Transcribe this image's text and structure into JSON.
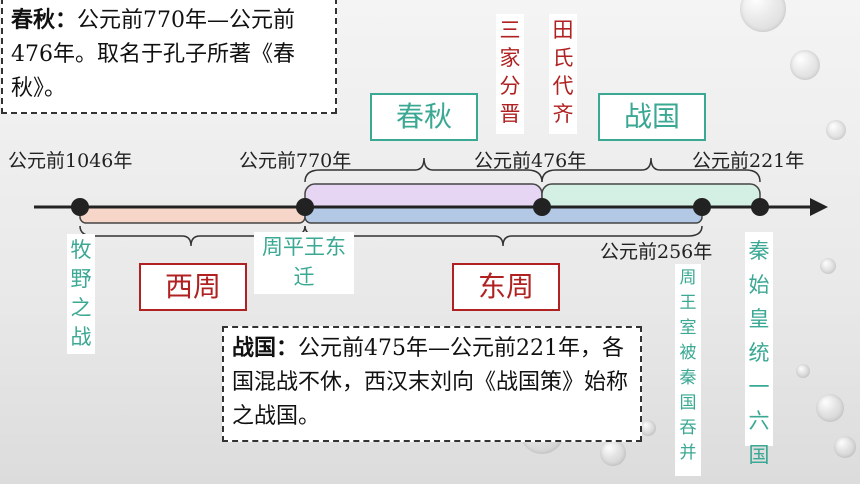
{
  "intro_box": {
    "term": "春秋",
    "sep": "：",
    "text": "公元前770年—公元前476年。取名于孔子所著《春秋》。"
  },
  "bottom_box": {
    "term": "战国",
    "sep": "：",
    "text": "公元前475年—公元前221年，各国混战不休，西汉末刘向《战国策》始称之战国。"
  },
  "dates": {
    "d1046": "公元前1046年",
    "d770": "公元前770年",
    "d476": "公元前476年",
    "d221": "公元前221年",
    "d256": "公元前256年"
  },
  "periods": {
    "chunqiu": "春秋",
    "zhanguo": "战国",
    "xizhou": "西周",
    "dongzhou": "东周"
  },
  "events": {
    "sanjia": "三家分晋",
    "tianshi": "田氏代齐",
    "muye": "牧野之战",
    "zhoupingwang": "周平王东迁",
    "zhoushi": "周王室被秦国吞并",
    "qinshi": "秦始皇统一六国"
  },
  "colors": {
    "teal": "#3aa893",
    "red": "#b02222",
    "peach": "#f6d6c8",
    "lavender": "#e6d6f3",
    "mint": "#d4f0e4",
    "blue": "#b3c8e4"
  }
}
